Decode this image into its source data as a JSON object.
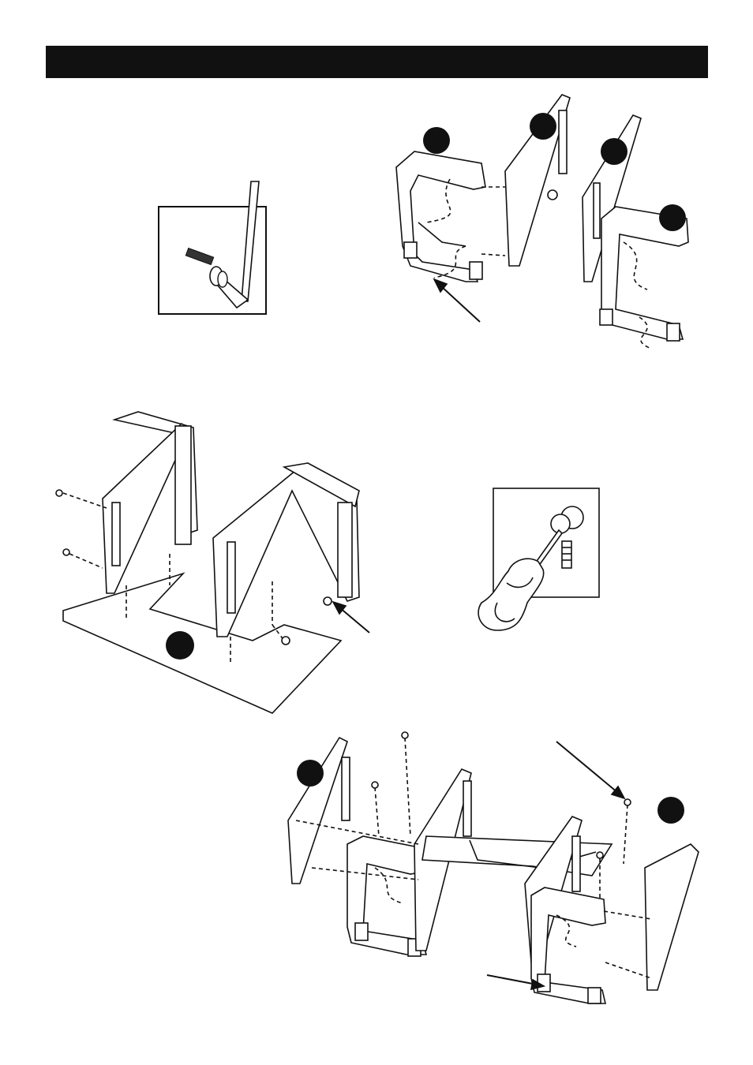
{
  "page": {
    "header_bar_color": "#111111",
    "line_color": "#111111",
    "paper_color": "#ffffff"
  },
  "figures": {
    "allen_key_inset": {
      "icon": "allen-key-icon"
    },
    "side_assembly": {
      "icon": "side-panel-assembly-icon",
      "markers": 4
    },
    "base_assembly": {
      "icon": "base-panel-assembly-icon",
      "markers": 1
    },
    "screwdriver_inset": {
      "icon": "screwdriver-cam-lock-icon"
    },
    "final_assembly": {
      "icon": "final-assembly-icon",
      "markers": 2
    }
  }
}
